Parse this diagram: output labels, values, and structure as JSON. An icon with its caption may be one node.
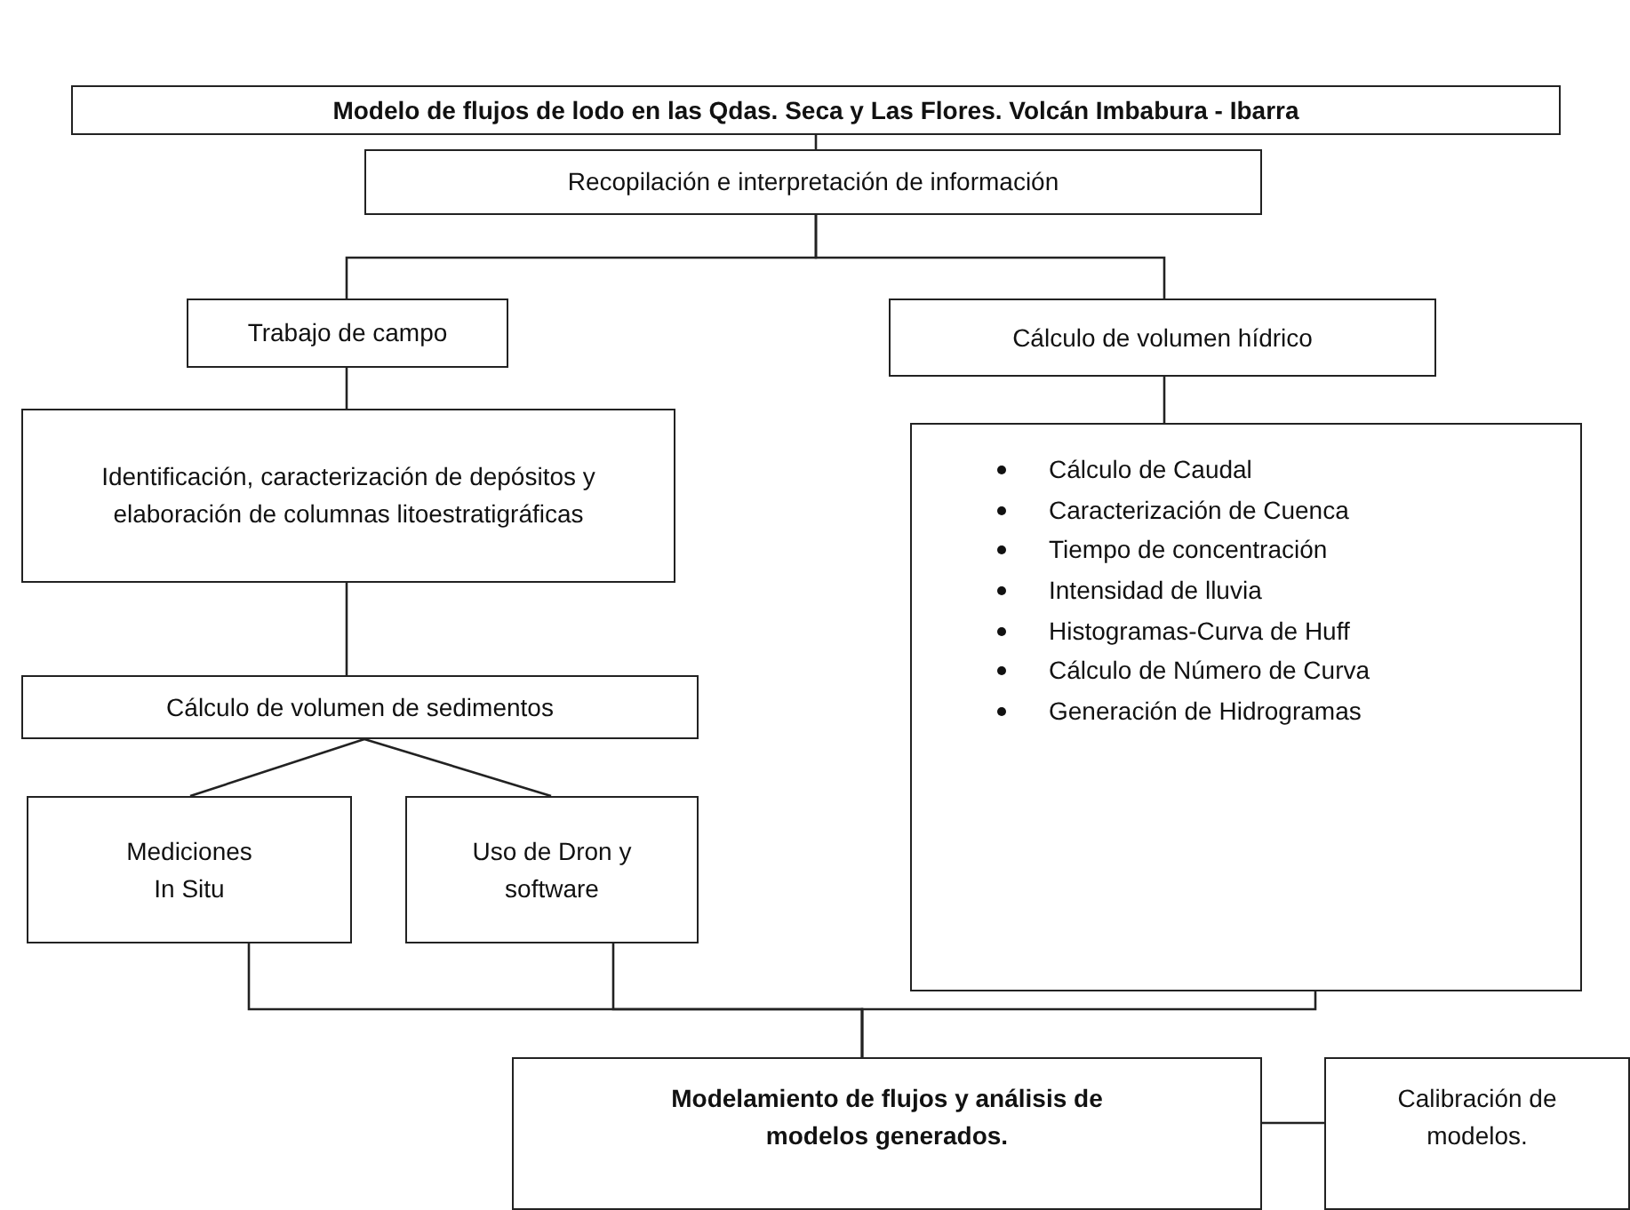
{
  "diagram": {
    "nodes": [
      {
        "text": [
          "Modelo de flujos de lodo en las Qdas. Seca y Las Flores. Volcán Imbabura - Ibarra"
        ]
      },
      {
        "text": [
          "Recopilación e interpretación de información"
        ]
      },
      {
        "text": [
          "Trabajo de campo"
        ]
      },
      {
        "text": [
          "Cálculo de volumen hídrico"
        ]
      },
      {
        "text": [
          "Identificación, caracterización de depósitos y elaboración de columnas litoestratigráficas"
        ]
      },
      {
        "text": [
          "Cálculo de Caudal",
          "Caracterización de Cuenca",
          "Tiempo de concentración",
          "Intensidad de lluvia",
          "Histogramas-Curva de Huff",
          "Cálculo de Número de Curva",
          "Generación de Hidrogramas"
        ]
      },
      {
        "text": [
          "Cálculo de volumen de sedimentos"
        ]
      },
      {
        "text": [
          "Mediciones In Situ"
        ]
      },
      {
        "text": [
          "Uso de Dron y software"
        ]
      },
      {
        "text": [
          "Modelamiento de flujos y análisis de modelos generados."
        ]
      },
      {
        "text": [
          "Calibración de modelos."
        ]
      }
    ],
    "edges": [
      {
        "from": 0,
        "to": 1,
        "arrow": "none"
      },
      {
        "from": 1,
        "to": 2,
        "arrow": "none"
      },
      {
        "from": 1,
        "to": 3,
        "arrow": "none"
      },
      {
        "from": 2,
        "to": 4,
        "arrow": "none"
      },
      {
        "from": 4,
        "to": 6,
        "arrow": "none"
      },
      {
        "from": 6,
        "to": 7,
        "arrow": "none"
      },
      {
        "from": 6,
        "to": 8,
        "arrow": "none"
      },
      {
        "from": 3,
        "to": 5,
        "arrow": "none"
      },
      {
        "from": 7,
        "to": 9,
        "arrow": "none"
      },
      {
        "from": 8,
        "to": 9,
        "arrow": "none"
      },
      {
        "from": 5,
        "to": 9,
        "arrow": "none"
      },
      {
        "from": 9,
        "to": 10,
        "arrow": "none"
      }
    ]
  }
}
